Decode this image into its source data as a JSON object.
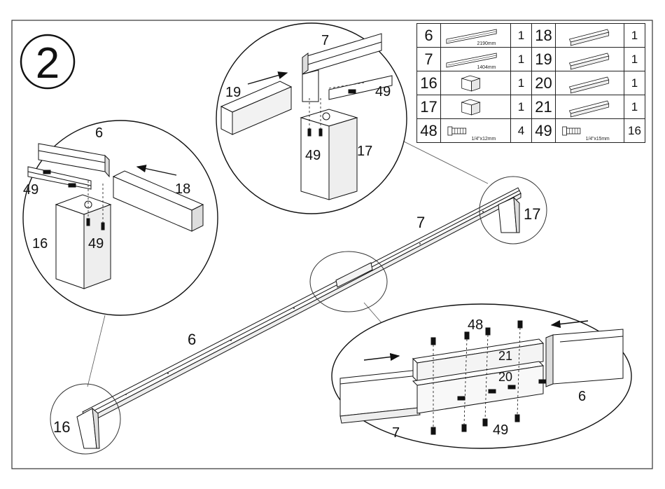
{
  "step_number": "2",
  "parts_table": [
    {
      "left": {
        "part": "6",
        "icon": "long-rail-icon",
        "dim": "2190mm",
        "qty": "1"
      },
      "right": {
        "part": "18",
        "icon": "short-bracket-rail-icon",
        "dim": "",
        "qty": "1"
      }
    },
    {
      "left": {
        "part": "7",
        "icon": "long-rail-icon",
        "dim": "1404mm",
        "qty": "1"
      },
      "right": {
        "part": "19",
        "icon": "short-bracket-rail-icon",
        "dim": "",
        "qty": "1"
      }
    },
    {
      "left": {
        "part": "16",
        "icon": "leg-bracket-icon",
        "dim": "",
        "qty": "1"
      },
      "right": {
        "part": "20",
        "icon": "short-bracket-rail-icon",
        "dim": "",
        "qty": "1"
      }
    },
    {
      "left": {
        "part": "17",
        "icon": "leg-bracket-icon",
        "dim": "",
        "qty": "1"
      },
      "right": {
        "part": "21",
        "icon": "short-bracket-rail-icon",
        "dim": "",
        "qty": "1"
      }
    },
    {
      "left": {
        "part": "48",
        "icon": "bolt-icon",
        "dim": "1/4\"x12mm",
        "qty": "4"
      },
      "right": {
        "part": "49",
        "icon": "bolt-icon",
        "dim": "1/4\"x15mm",
        "qty": "16"
      }
    }
  ],
  "callouts": {
    "main_rail_6": "6",
    "main_rail_7": "7",
    "main_leg_16": "16",
    "main_leg_17": "17",
    "detail_left": {
      "rail": "6",
      "bracket": "18",
      "leg": "16",
      "bolt_side": "49",
      "bolt_bottom": "49"
    },
    "detail_top": {
      "rail": "7",
      "bracket": "19",
      "leg": "17",
      "bolt_side": "49",
      "bolt_bottom": "49"
    },
    "detail_bottom": {
      "bolts_top": "48",
      "bracket_top": "21",
      "bracket_inner": "20",
      "rail_right": "6",
      "rail_left": "7",
      "bolts_bottom": "49"
    }
  }
}
